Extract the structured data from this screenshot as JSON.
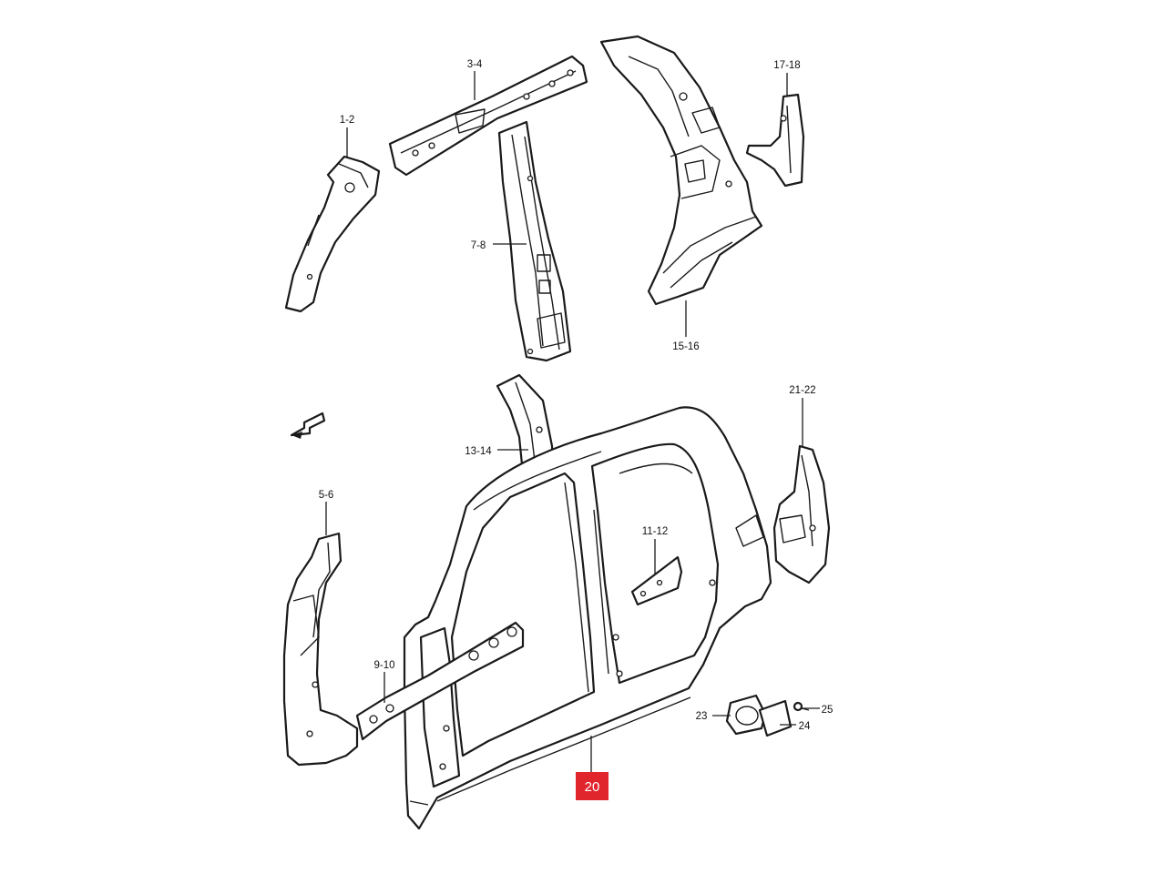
{
  "colors": {
    "outline": "#1a1a1a",
    "background": "#ffffff",
    "highlight": "#e0252d",
    "highlight_text": "#ffffff"
  },
  "callouts": {
    "c1_2": "1-2",
    "c3_4": "3-4",
    "c7_8": "7-8",
    "c15_16": "15-16",
    "c17_18": "17-18",
    "c13_14": "13-14",
    "c21_22": "21-22",
    "c5_6": "5-6",
    "c11_12": "11-12",
    "c9_10": "9-10",
    "c23": "23",
    "c24": "24",
    "c25": "25",
    "c20": "20"
  },
  "icons": {
    "front_arrow": "front-direction-arrow-icon"
  }
}
